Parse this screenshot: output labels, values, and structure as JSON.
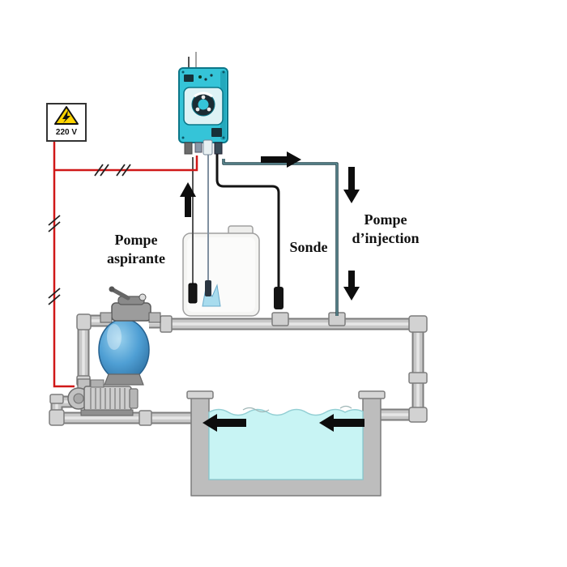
{
  "labels": {
    "voltage": "220 V",
    "suction_pump": "Pompe\naspirante",
    "probe": "Sonde",
    "injection_pump": "Pompe\nd’injection"
  },
  "arrows": [
    {
      "name": "flow-arrow-right-top",
      "direction": "right"
    },
    {
      "name": "flow-arrow-down-top-right",
      "direction": "down"
    },
    {
      "name": "suction-flow-arrow",
      "direction": "up"
    },
    {
      "name": "injection-flow-arrow",
      "direction": "down"
    },
    {
      "name": "pool-flow-arrow-left-1",
      "direction": "left"
    },
    {
      "name": "pool-flow-arrow-left-2",
      "direction": "left"
    }
  ],
  "colors": {
    "device_cyan": "#35c4d8",
    "device_border": "#0b7688",
    "warning_yellow": "#ffd400",
    "wire_red": "#d01818",
    "pipe_gray": "#c8c8c8",
    "pipe_outline": "#7d7d7d",
    "water_cyan": "#c8f4f4",
    "filter_blue": "#4f9fd4",
    "arrow_black": "#0d0d0d"
  }
}
